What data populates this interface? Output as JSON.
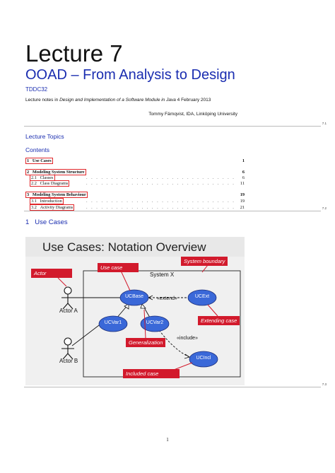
{
  "header": {
    "title": "Lecture 7",
    "subtitle": "OOAD – From Analysis to Design",
    "course_code": "TDDC32",
    "notes_prefix": "Lecture notes in",
    "notes_title": "Design and Implementation of a Software Module in Java",
    "notes_date": "4 February 2013",
    "author": "Tommy Färnqvist, IDA, Linköping University"
  },
  "page_markers": [
    "7.1",
    "7.2",
    "7.3"
  ],
  "topics": {
    "heading": "Lecture Topics",
    "contents_heading": "Contents",
    "toc": [
      {
        "num": "1",
        "label": "Use Cases",
        "page": "1",
        "level": 1
      },
      {
        "num": "2",
        "label": "Modeling System Structure",
        "page": "6",
        "level": 1
      },
      {
        "num": "2.1",
        "label": "Classes",
        "page": "6",
        "level": 2
      },
      {
        "num": "2.2",
        "label": "Class Diagrams",
        "page": "11",
        "level": 2
      },
      {
        "num": "3",
        "label": "Modeling System Behaviour",
        "page": "19",
        "level": 1
      },
      {
        "num": "3.1",
        "label": "Introduction",
        "page": "19",
        "level": 2
      },
      {
        "num": "3.2",
        "label": "Activity Diagrams",
        "page": "21",
        "level": 2
      }
    ]
  },
  "section1": {
    "number": "1",
    "title": "Use Cases"
  },
  "diagram": {
    "title": "Use Cases: Notation Overview",
    "system_label": "System X",
    "actor_a": "Actor A",
    "actor_b": "Actor B",
    "uc_base": "UCBase",
    "uc_ext": "UCExt",
    "uc_var1": "UCVar1",
    "uc_var2": "UCVar2",
    "uc_incl": "UCIncl",
    "extend_label": "«extend»",
    "include_label": "«include»",
    "tags": {
      "actor": "Actor",
      "use_case": "Use case",
      "system_boundary": "System boundary",
      "extending_case": "Extending case",
      "generalization": "Generalization",
      "included_case": "Included case"
    },
    "colors": {
      "use_case_fill": "#3a68d8",
      "tag_fill": "#d21a2c"
    }
  },
  "footer": {
    "page_number": "1"
  }
}
